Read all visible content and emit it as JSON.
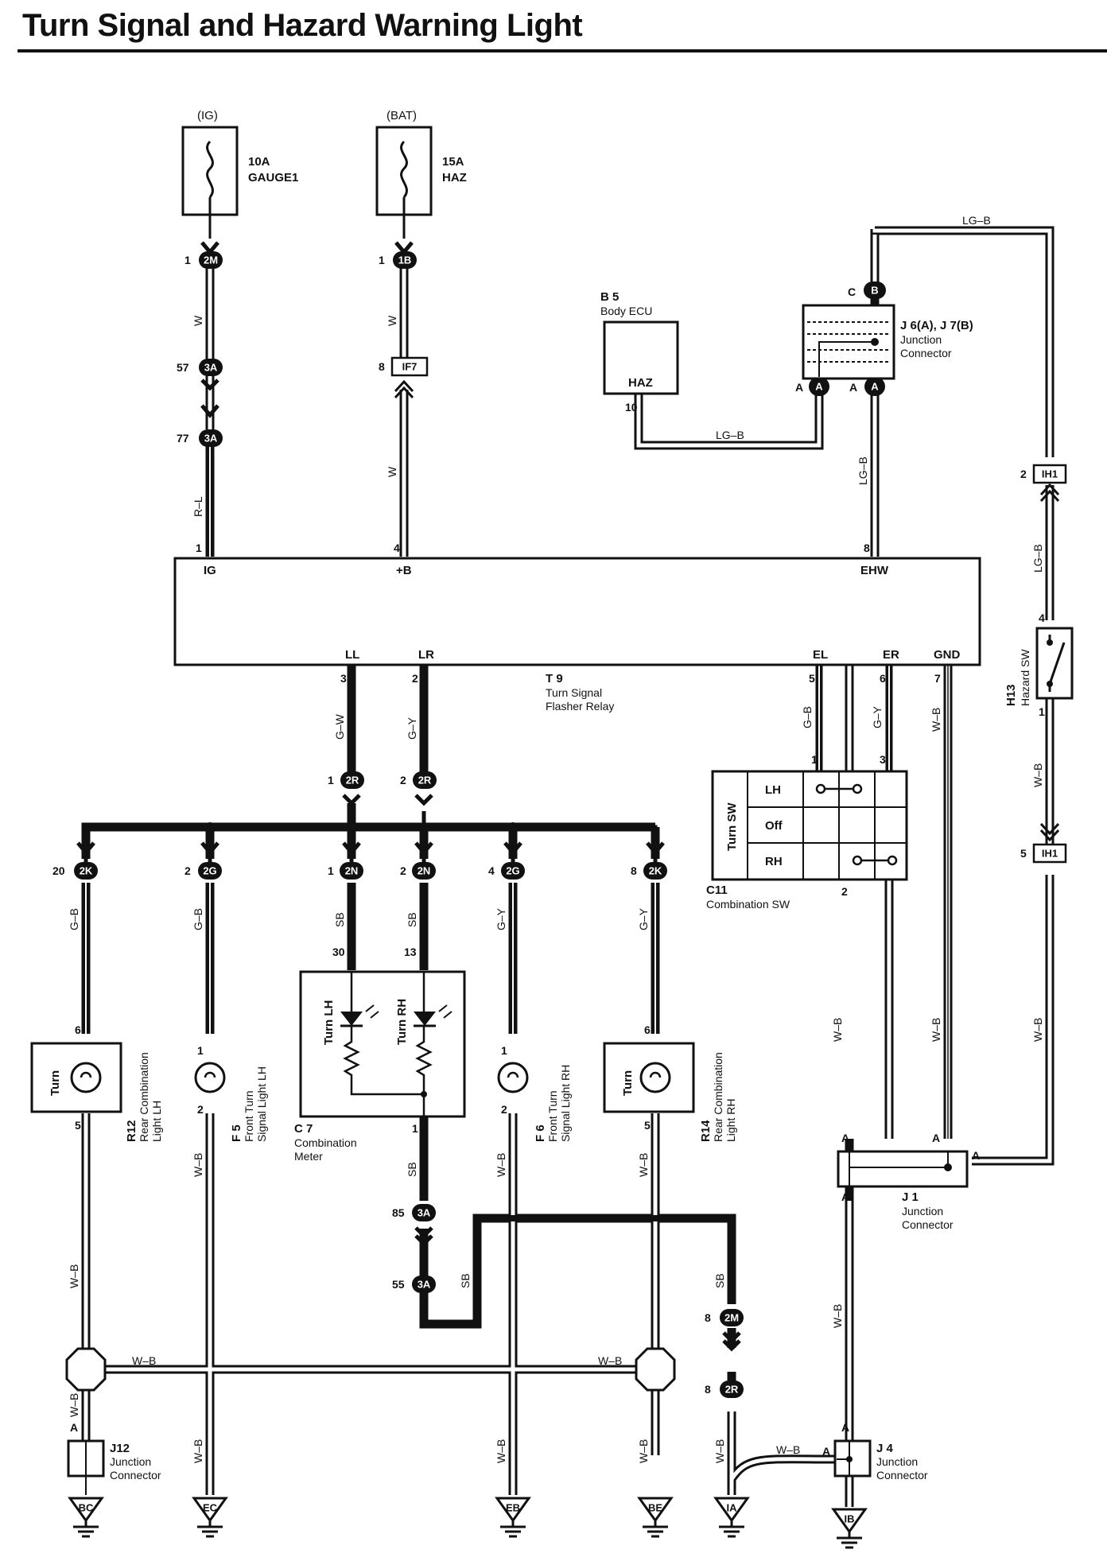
{
  "title": "Turn Signal and Hazard Warning Light",
  "fuses": [
    {
      "source": "(IG)",
      "rating": "10A",
      "name": "GAUGE1"
    },
    {
      "source": "(BAT)",
      "rating": "15A",
      "name": "HAZ"
    }
  ],
  "connectors": {
    "c2M_top": "2M",
    "c1B": "1B",
    "c3A_57": "3A",
    "c3A_77": "3A",
    "cIF7": "IF7",
    "cB_top": "B",
    "cA_left": "A",
    "cA_right": "A",
    "cIH1_2": "IH1",
    "cIH1_5": "IH1",
    "c2R_1": "2R",
    "c2R_2": "2R",
    "c2K_20": "2K",
    "c2G_2": "2G",
    "c2N_1": "2N",
    "c2N_2": "2N",
    "c2G_4": "2G",
    "c2K_8": "2K",
    "c3A_85": "3A",
    "c3A_55": "3A",
    "c2M_8": "2M",
    "c2R_8": "2R"
  },
  "pins": {
    "p2M": "1",
    "p1B": "1",
    "p57": "57",
    "p77": "77",
    "pIF7": "8",
    "pB": "C",
    "pA1": "A",
    "pA2": "A",
    "pHaz": "10",
    "pIH1a": "2",
    "pIH1b": "5",
    "pH13a": "4",
    "pH13b": "1",
    "pT9_1": "1",
    "pT9_4": "4",
    "pT9_8": "8",
    "pT9_3": "3",
    "pT9_2": "2",
    "pT9_5": "5",
    "pT9_6": "6",
    "pT9_7": "7",
    "p2R1": "1",
    "p2R2": "2",
    "p2K20": "20",
    "p2G2": "2",
    "p2N1": "1",
    "p2N2": "2",
    "p2G4": "4",
    "p2K8": "8",
    "pC11_1": "1",
    "pC11_3": "3",
    "pC11_2": "2",
    "pR12_6": "6",
    "pR12_5": "5",
    "pF5_1": "1",
    "pF5_2": "2",
    "pC7_30": "30",
    "pC7_13": "13",
    "pC7_1": "1",
    "pF6_1": "1",
    "pF6_2": "2",
    "pR14_6": "6",
    "pR14_5": "5",
    "p85": "85",
    "p55": "55",
    "p2M8": "8",
    "p2R8": "8",
    "pJ1_a1": "A",
    "pJ1_a2": "A",
    "pJ1_a3": "A",
    "pJ1_a4": "A",
    "pJ12": "A",
    "pJ4_a1": "A",
    "pJ4_a2": "A"
  },
  "wires": {
    "w1": "W",
    "w2": "W",
    "w3": "W",
    "w4": "R–L",
    "lgb_top": "LG–B",
    "lgb_mid": "LG–B",
    "lgb_vert": "LG–B",
    "lgb_right": "LG–B",
    "wb_h13": "W–B",
    "gw": "G–W",
    "gy1": "G–Y",
    "gb1": "G–B",
    "gy2": "G–Y",
    "wb_gnd": "W–B",
    "gb_2k": "G–B",
    "gb_2g": "G–B",
    "sb1": "SB",
    "sb2": "SB",
    "gy_2g": "G–Y",
    "gy_2k": "G–Y",
    "wb_c11": "W–B",
    "wb_gnd2": "W–B",
    "wb_h13b": "W–B",
    "sb3": "SB",
    "sb4": "SB",
    "sb5": "SB",
    "wb_r12": "W–B",
    "wb_f5": "W–B",
    "wb_f6": "W–B",
    "wb_r14": "W–B",
    "wb_bus_l": "W–B",
    "wb_bus_r": "W–B",
    "wb_j12": "W–B",
    "wb_ec": "W–B",
    "wb_eb": "W–B",
    "wb_be": "W–B",
    "wb_ia": "W–B",
    "wb_ia_h": "W–B",
    "wb_j1j4": "W–B"
  },
  "components": {
    "b5_id": "B 5",
    "b5_name": "Body ECU",
    "b5_term": "HAZ",
    "j67_id": "J 6(A), J 7(B)",
    "j67_l1": "Junction",
    "j67_l2": "Connector",
    "t9_id": "T 9",
    "t9_l1": "Turn Signal",
    "t9_l2": "Flasher Relay",
    "t9_ig": "IG",
    "t9_b": "+B",
    "t9_ehw": "EHW",
    "t9_ll": "LL",
    "t9_lr": "LR",
    "t9_el": "EL",
    "t9_er": "ER",
    "t9_gnd": "GND",
    "h13_id": "H13",
    "h13_name": "Hazard SW",
    "c11_id": "C11",
    "c11_name": "Combination SW",
    "c11_sw": "Turn SW",
    "c11_lh": "LH",
    "c11_off": "Off",
    "c11_rh": "RH",
    "r12_id": "R12",
    "r12_l1": "Rear Combination",
    "r12_l2": "Light LH",
    "r12_bulb": "Turn",
    "f5_id": "F 5",
    "f5_l1": "Front Turn",
    "f5_l2": "Signal Light LH",
    "c7_id": "C 7",
    "c7_l1": "Combination",
    "c7_l2": "Meter",
    "c7_lh": "Turn LH",
    "c7_rh": "Turn RH",
    "f6_id": "F 6",
    "f6_l1": "Front Turn",
    "f6_l2": "Signal Light RH",
    "r14_id": "R14",
    "r14_l1": "Rear Combination",
    "r14_l2": "Light RH",
    "r14_bulb": "Turn",
    "j1_id": "J 1",
    "j1_l1": "Junction",
    "j1_l2": "Connector",
    "j12_id": "J12",
    "j12_l1": "Junction",
    "j12_l2": "Connector",
    "j4_id": "J 4",
    "j4_l1": "Junction",
    "j4_l2": "Connector"
  },
  "grounds": {
    "g_bc": "BC",
    "g_ec": "EC",
    "g_eb": "EB",
    "g_be": "BE",
    "g_ia": "IA",
    "g_ib": "IB"
  }
}
